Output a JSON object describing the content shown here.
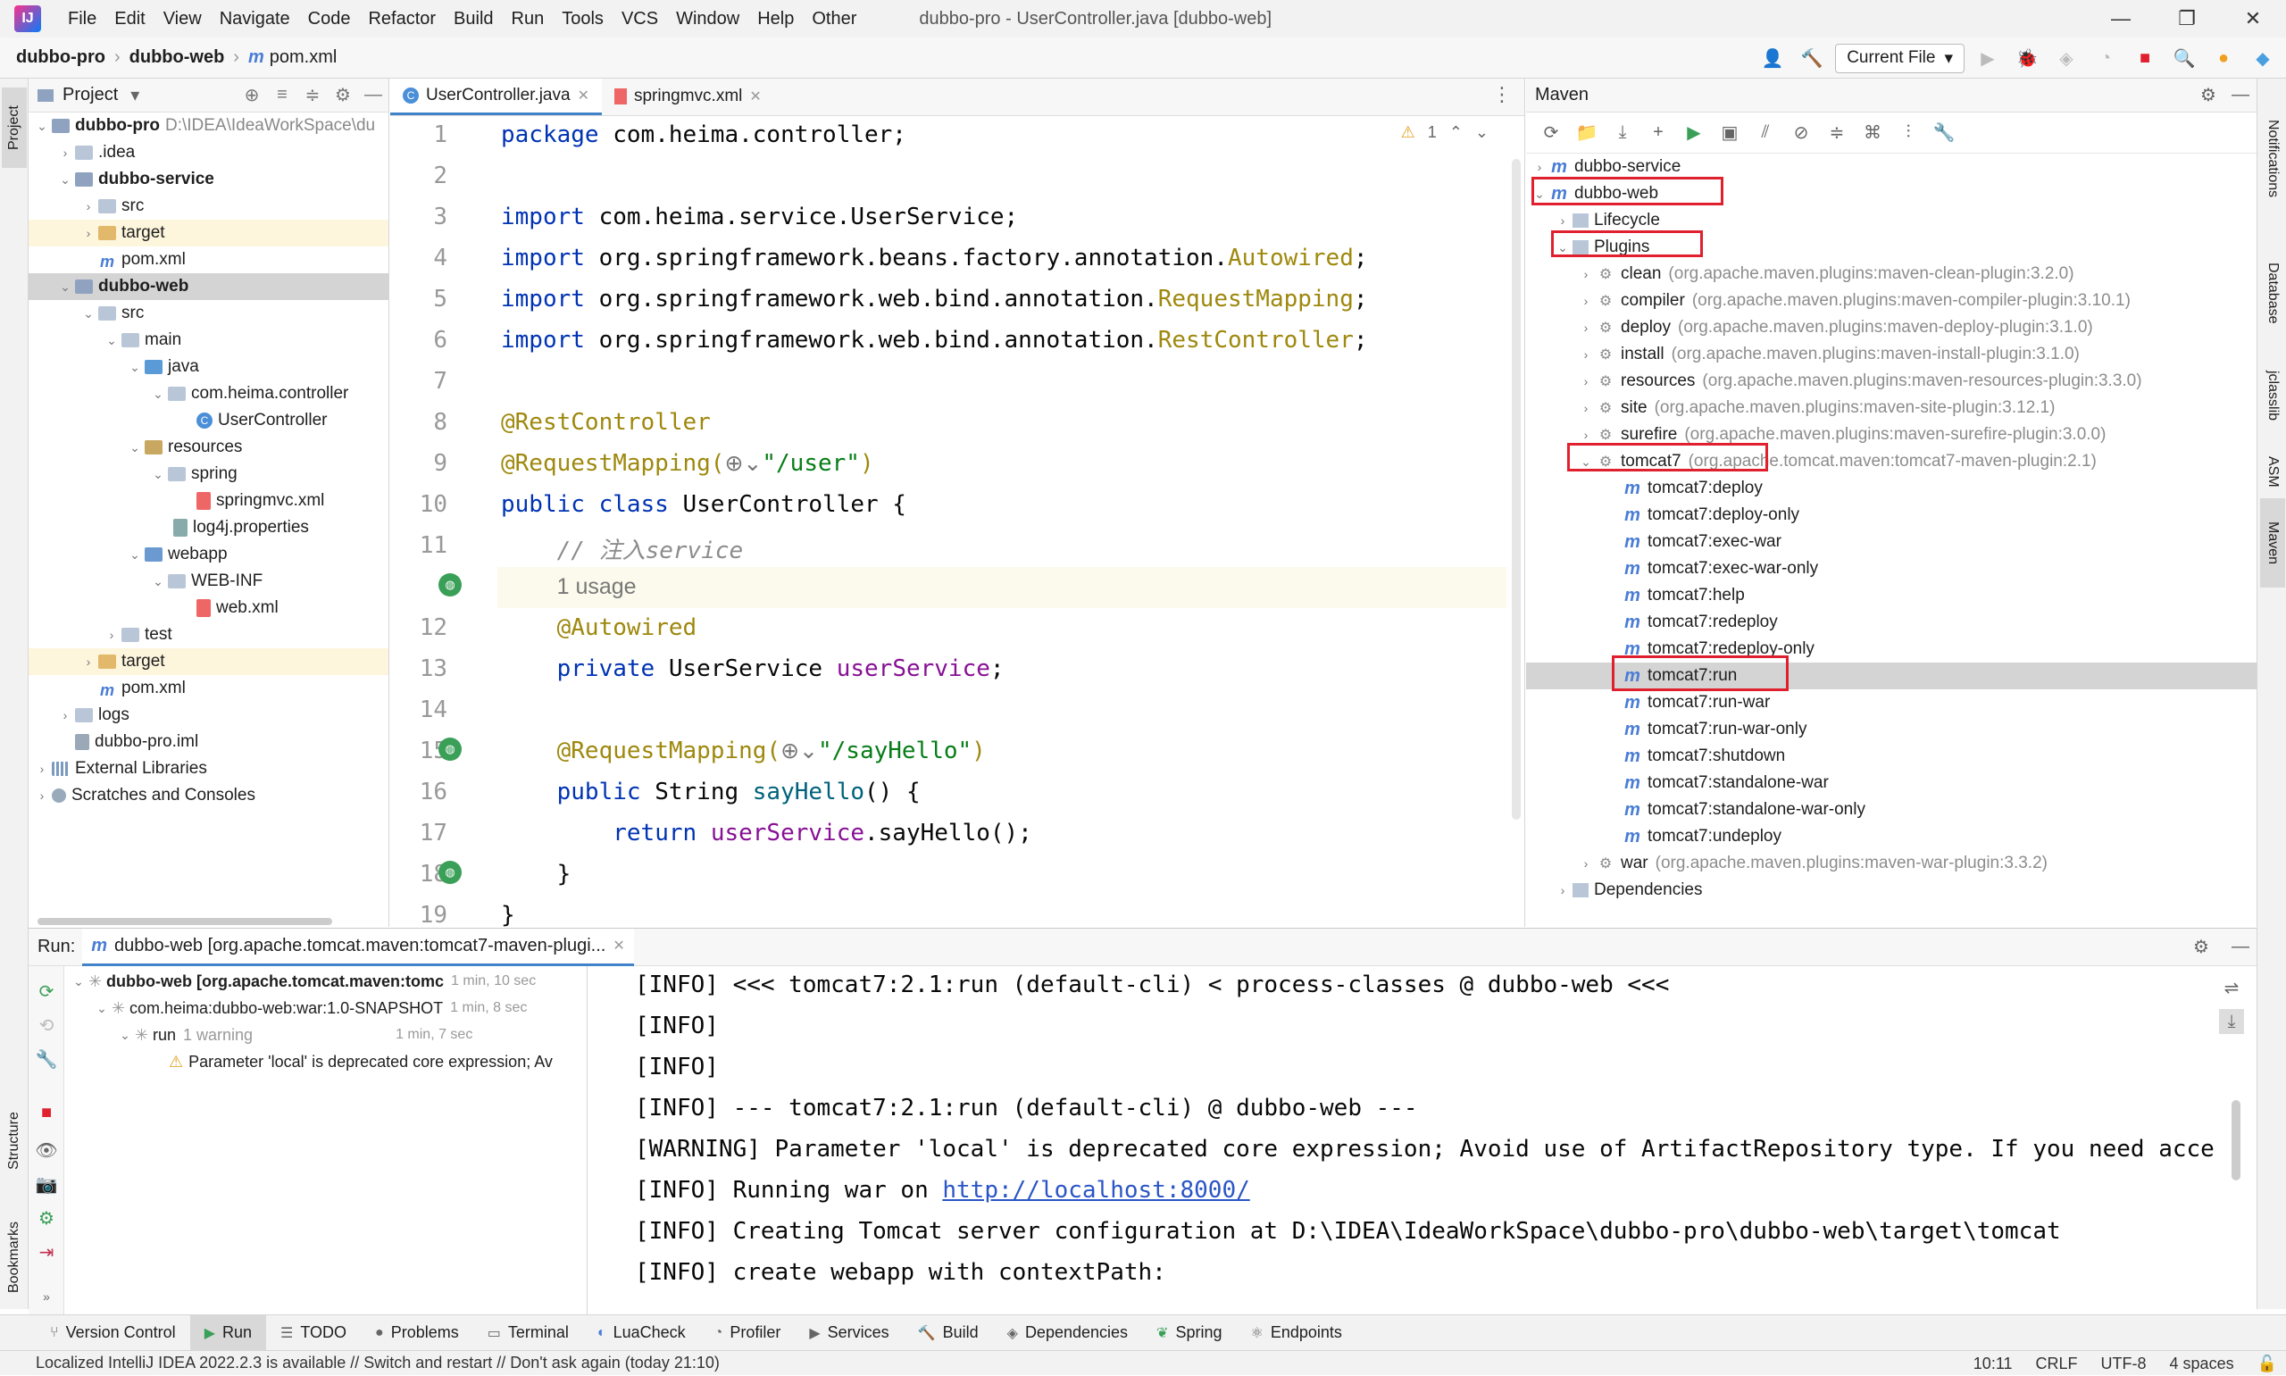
{
  "menu": {
    "items": [
      "File",
      "Edit",
      "View",
      "Navigate",
      "Code",
      "Refactor",
      "Build",
      "Run",
      "Tools",
      "VCS",
      "Window",
      "Help",
      "Other"
    ],
    "title": "dubbo-pro - UserController.java [dubbo-web]"
  },
  "nav": {
    "crumbs": [
      "dubbo-pro",
      "dubbo-web",
      "pom.xml"
    ],
    "run_config": "Current File"
  },
  "project": {
    "header": "Project",
    "tree": [
      {
        "label": "dubbo-pro",
        "extra": "D:\\IDEA\\IdeaWorkSpace\\du",
        "bold": true
      },
      {
        "label": ".idea"
      },
      {
        "label": "dubbo-service",
        "bold": true
      },
      {
        "label": "src"
      },
      {
        "label": "target"
      },
      {
        "label": "pom.xml"
      },
      {
        "label": "dubbo-web",
        "bold": true
      },
      {
        "label": "src"
      },
      {
        "label": "main"
      },
      {
        "label": "java"
      },
      {
        "label": "com.heima.controller"
      },
      {
        "label": "UserController"
      },
      {
        "label": "resources"
      },
      {
        "label": "spring"
      },
      {
        "label": "springmvc.xml"
      },
      {
        "label": "log4j.properties"
      },
      {
        "label": "webapp"
      },
      {
        "label": "WEB-INF"
      },
      {
        "label": "web.xml"
      },
      {
        "label": "test"
      },
      {
        "label": "target"
      },
      {
        "label": "pom.xml"
      },
      {
        "label": "logs"
      },
      {
        "label": "dubbo-pro.iml"
      },
      {
        "label": "External Libraries"
      },
      {
        "label": "Scratches and Consoles"
      }
    ]
  },
  "editor": {
    "tabs": [
      "UserController.java",
      "springmvc.xml"
    ],
    "warnings": "1",
    "line_numbers": [
      "1",
      "2",
      "3",
      "4",
      "5",
      "6",
      "7",
      "8",
      "9",
      "10",
      "11",
      "",
      "12",
      "13",
      "14",
      "15",
      "16",
      "17",
      "18",
      "19"
    ],
    "code": {
      "l1a": "package ",
      "l1b": "com.heima.controller;",
      "l3a": "import ",
      "l3b": "com.heima.service.UserService;",
      "l4a": "import ",
      "l4b": "org.springframework.beans.factory.annotation.",
      "l4c": "Autowired",
      "l5a": "import ",
      "l5b": "org.springframework.web.bind.annotation.",
      "l5c": "RequestMapping",
      "l6a": "import ",
      "l6b": "org.springframework.web.bind.annotation.",
      "l6c": "RestController",
      "l8": "@RestController",
      "l9a": "@RequestMapping(",
      "l9b": "\"/user\"",
      "l9c": ")",
      "l10a": "public class ",
      "l10b": "UserController {",
      "l11": "// 注入service",
      "usage": "1 usage",
      "l12": "@Autowired",
      "l13a": "private ",
      "l13b": "UserService ",
      "l13c": "userService",
      "l15a": "@RequestMapping(",
      "l15b": "\"/sayHello\"",
      "l15c": ")",
      "l16a": "public ",
      "l16b": "String ",
      "l16c": "sayHello",
      "l16d": "() {",
      "l17a": "return ",
      "l17b": "userService",
      ".sayHello": "",
      "l17c": ".sayHello();",
      "l18": "}",
      "l19": "}"
    }
  },
  "maven": {
    "header": "Maven",
    "rows": [
      {
        "label": "dubbo-service"
      },
      {
        "label": "dubbo-web"
      },
      {
        "label": "Lifecycle"
      },
      {
        "label": "Plugins"
      },
      {
        "label": "clean",
        "dim": "(org.apache.maven.plugins:maven-clean-plugin:3.2.0)"
      },
      {
        "label": "compiler",
        "dim": "(org.apache.maven.plugins:maven-compiler-plugin:3.10.1)"
      },
      {
        "label": "deploy",
        "dim": "(org.apache.maven.plugins:maven-deploy-plugin:3.1.0)"
      },
      {
        "label": "install",
        "dim": "(org.apache.maven.plugins:maven-install-plugin:3.1.0)"
      },
      {
        "label": "resources",
        "dim": "(org.apache.maven.plugins:maven-resources-plugin:3.3.0)"
      },
      {
        "label": "site",
        "dim": "(org.apache.maven.plugins:maven-site-plugin:3.12.1)"
      },
      {
        "label": "surefire",
        "dim": "(org.apache.maven.plugins:maven-surefire-plugin:3.0.0)"
      },
      {
        "label": "tomcat7",
        "dim": "(org.apache.tomcat.maven:tomcat7-maven-plugin:2.1)"
      },
      {
        "label": "tomcat7:deploy"
      },
      {
        "label": "tomcat7:deploy-only"
      },
      {
        "label": "tomcat7:exec-war"
      },
      {
        "label": "tomcat7:exec-war-only"
      },
      {
        "label": "tomcat7:help"
      },
      {
        "label": "tomcat7:redeploy"
      },
      {
        "label": "tomcat7:redeploy-only"
      },
      {
        "label": "tomcat7:run"
      },
      {
        "label": "tomcat7:run-war"
      },
      {
        "label": "tomcat7:run-war-only"
      },
      {
        "label": "tomcat7:shutdown"
      },
      {
        "label": "tomcat7:standalone-war"
      },
      {
        "label": "tomcat7:standalone-war-only"
      },
      {
        "label": "tomcat7:undeploy"
      },
      {
        "label": "war",
        "dim": "(org.apache.maven.plugins:maven-war-plugin:3.3.2)"
      },
      {
        "label": "Dependencies"
      }
    ]
  },
  "run": {
    "label": "Run:",
    "tab": "dubbo-web [org.apache.tomcat.maven:tomcat7-maven-plugi...",
    "tree": [
      {
        "label": "dubbo-web [org.apache.tomcat.maven:tomc",
        "time": "1 min, 10 sec"
      },
      {
        "label": "com.heima:dubbo-web:war:1.0-SNAPSHOT",
        "time": "1 min, 8 sec"
      },
      {
        "label": "run",
        "extra": "1 warning",
        "time": "1 min, 7 sec"
      },
      {
        "label": "Parameter 'local' is deprecated core expression; Av"
      }
    ],
    "console": [
      "[INFO] <<< tomcat7:2.1:run (default-cli) < process-classes @ dubbo-web <<<",
      "[INFO]",
      "[INFO]",
      "[INFO] --- tomcat7:2.1:run (default-cli) @ dubbo-web ---",
      "[WARNING] Parameter 'local' is deprecated core expression; Avoid use of ArtifactRepository type. If you need acce",
      "[INFO] Running war on ",
      "[INFO] Creating Tomcat server configuration at D:\\IDEA\\IdeaWorkSpace\\dubbo-pro\\dubbo-web\\target\\tomcat",
      "[INFO] create webapp with contextPath:"
    ],
    "url": "http://localhost:8000/"
  },
  "sidebars": {
    "left_top": "Project",
    "left_bottom": [
      "Structure",
      "Bookmarks"
    ],
    "right": [
      "Notifications",
      "Database",
      "jclasslib",
      "ASM",
      "Maven"
    ]
  },
  "toolwindows": [
    "Version Control",
    "Run",
    "TODO",
    "Problems",
    "Terminal",
    "LuaCheck",
    "Profiler",
    "Services",
    "Build",
    "Dependencies",
    "Spring",
    "Endpoints"
  ],
  "status": {
    "message": "Localized IntelliJ IDEA 2022.2.3 is available // Switch and restart // Don't ask again (today 21:10)",
    "position": "10:11",
    "line_sep": "CRLF",
    "encoding": "UTF-8",
    "indent": "4 spaces"
  }
}
